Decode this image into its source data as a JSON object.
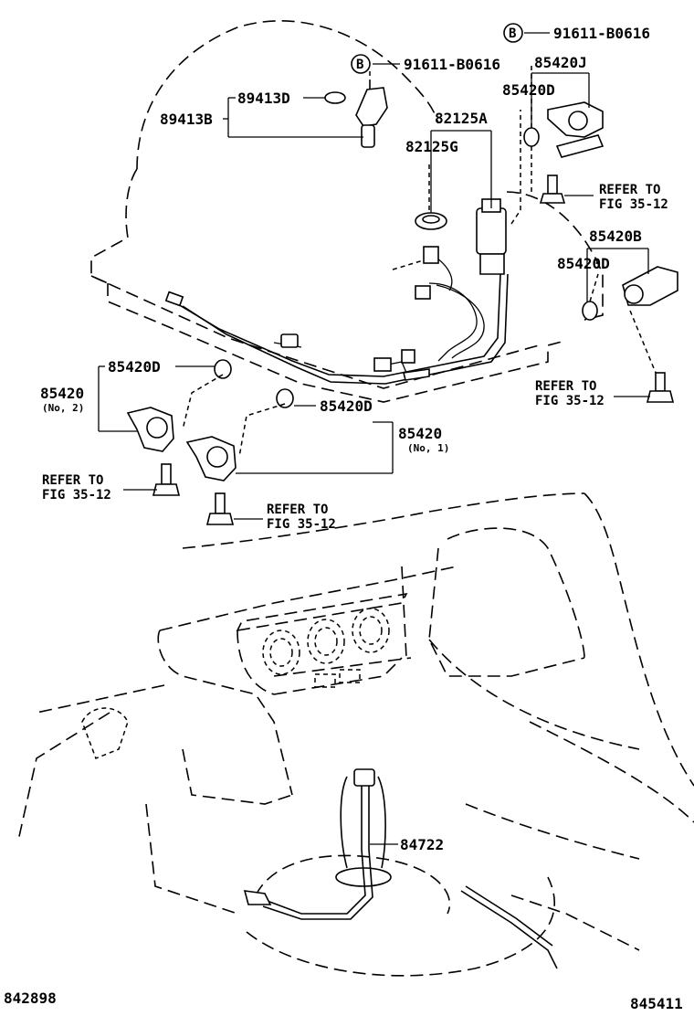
{
  "parts": {
    "p89413D": "89413D",
    "p89413B": "89413B",
    "p91611_a": "91611-B0616",
    "p91611_b": "91611-B0616",
    "p82125A": "82125A",
    "p82125G": "82125G",
    "p85420J": "85420J",
    "p85420D_top": "85420D",
    "p85420B": "85420B",
    "p85420D_right": "85420D",
    "p85420D_left": "85420D",
    "p85420_no2": "85420",
    "p85420_no2_sub": "(No, 2)",
    "p85420D_mid": "85420D",
    "p85420_no1": "85420",
    "p85420_no1_sub": "(No, 1)",
    "p84722": "84722"
  },
  "refs": {
    "marker": "B",
    "refer_to": "REFER TO",
    "fig": "FIG 35-12"
  },
  "footer": {
    "left_code": "842898",
    "right_code": "845411"
  }
}
